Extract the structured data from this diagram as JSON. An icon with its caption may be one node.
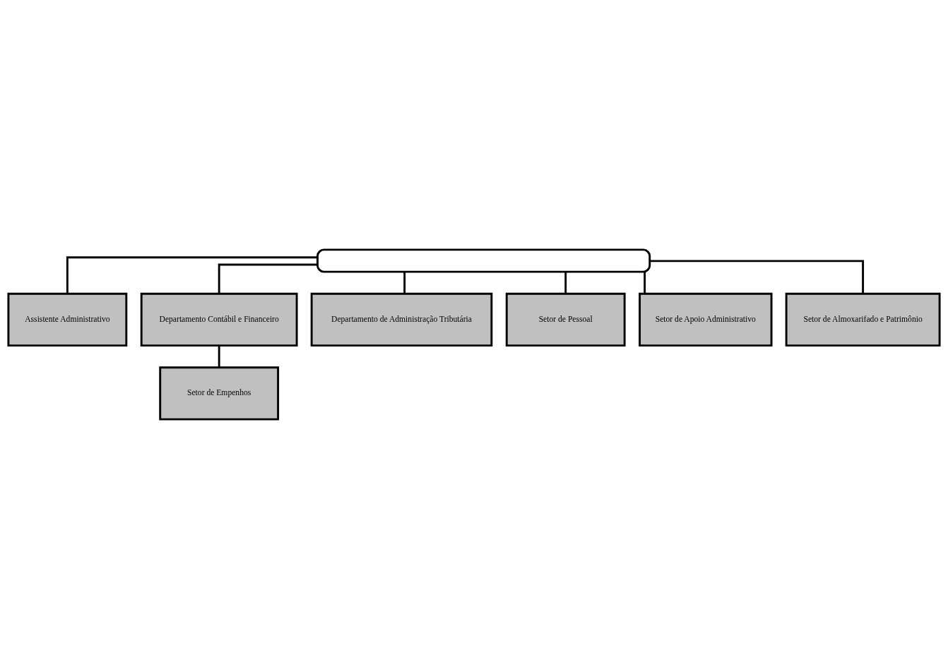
{
  "diagram": {
    "nodes": [
      {
        "text": [],
        "shape": "box"
      },
      {
        "text": [
          "Assistente Administrativo"
        ]
      },
      {
        "text": [
          "Departamento Contábil e Financeiro"
        ]
      },
      {
        "text": [
          "Departamento de Administração Tributária"
        ]
      },
      {
        "text": [
          "Setor de Pessoal"
        ]
      },
      {
        "text": [
          "Setor de Apoio Administrativo"
        ]
      },
      {
        "text": [
          "Setor de Almoxarifado e Patrimônio"
        ]
      },
      {
        "text": [
          "Setor de Empenhos"
        ]
      }
    ],
    "edges": [
      {
        "from": 0,
        "to": 1,
        "arrow": "none"
      },
      {
        "from": 0,
        "to": 4,
        "arrow": "none"
      },
      {
        "from": 0,
        "to": 5,
        "arrow": "none"
      },
      {
        "from": 0,
        "to": 6,
        "arrow": "none"
      },
      {
        "from": 0,
        "to": 2,
        "arrow": "none"
      },
      {
        "from": 0,
        "to": 3,
        "arrow": "none"
      },
      {
        "from": 2,
        "to": 7,
        "arrow": "none"
      }
    ]
  }
}
